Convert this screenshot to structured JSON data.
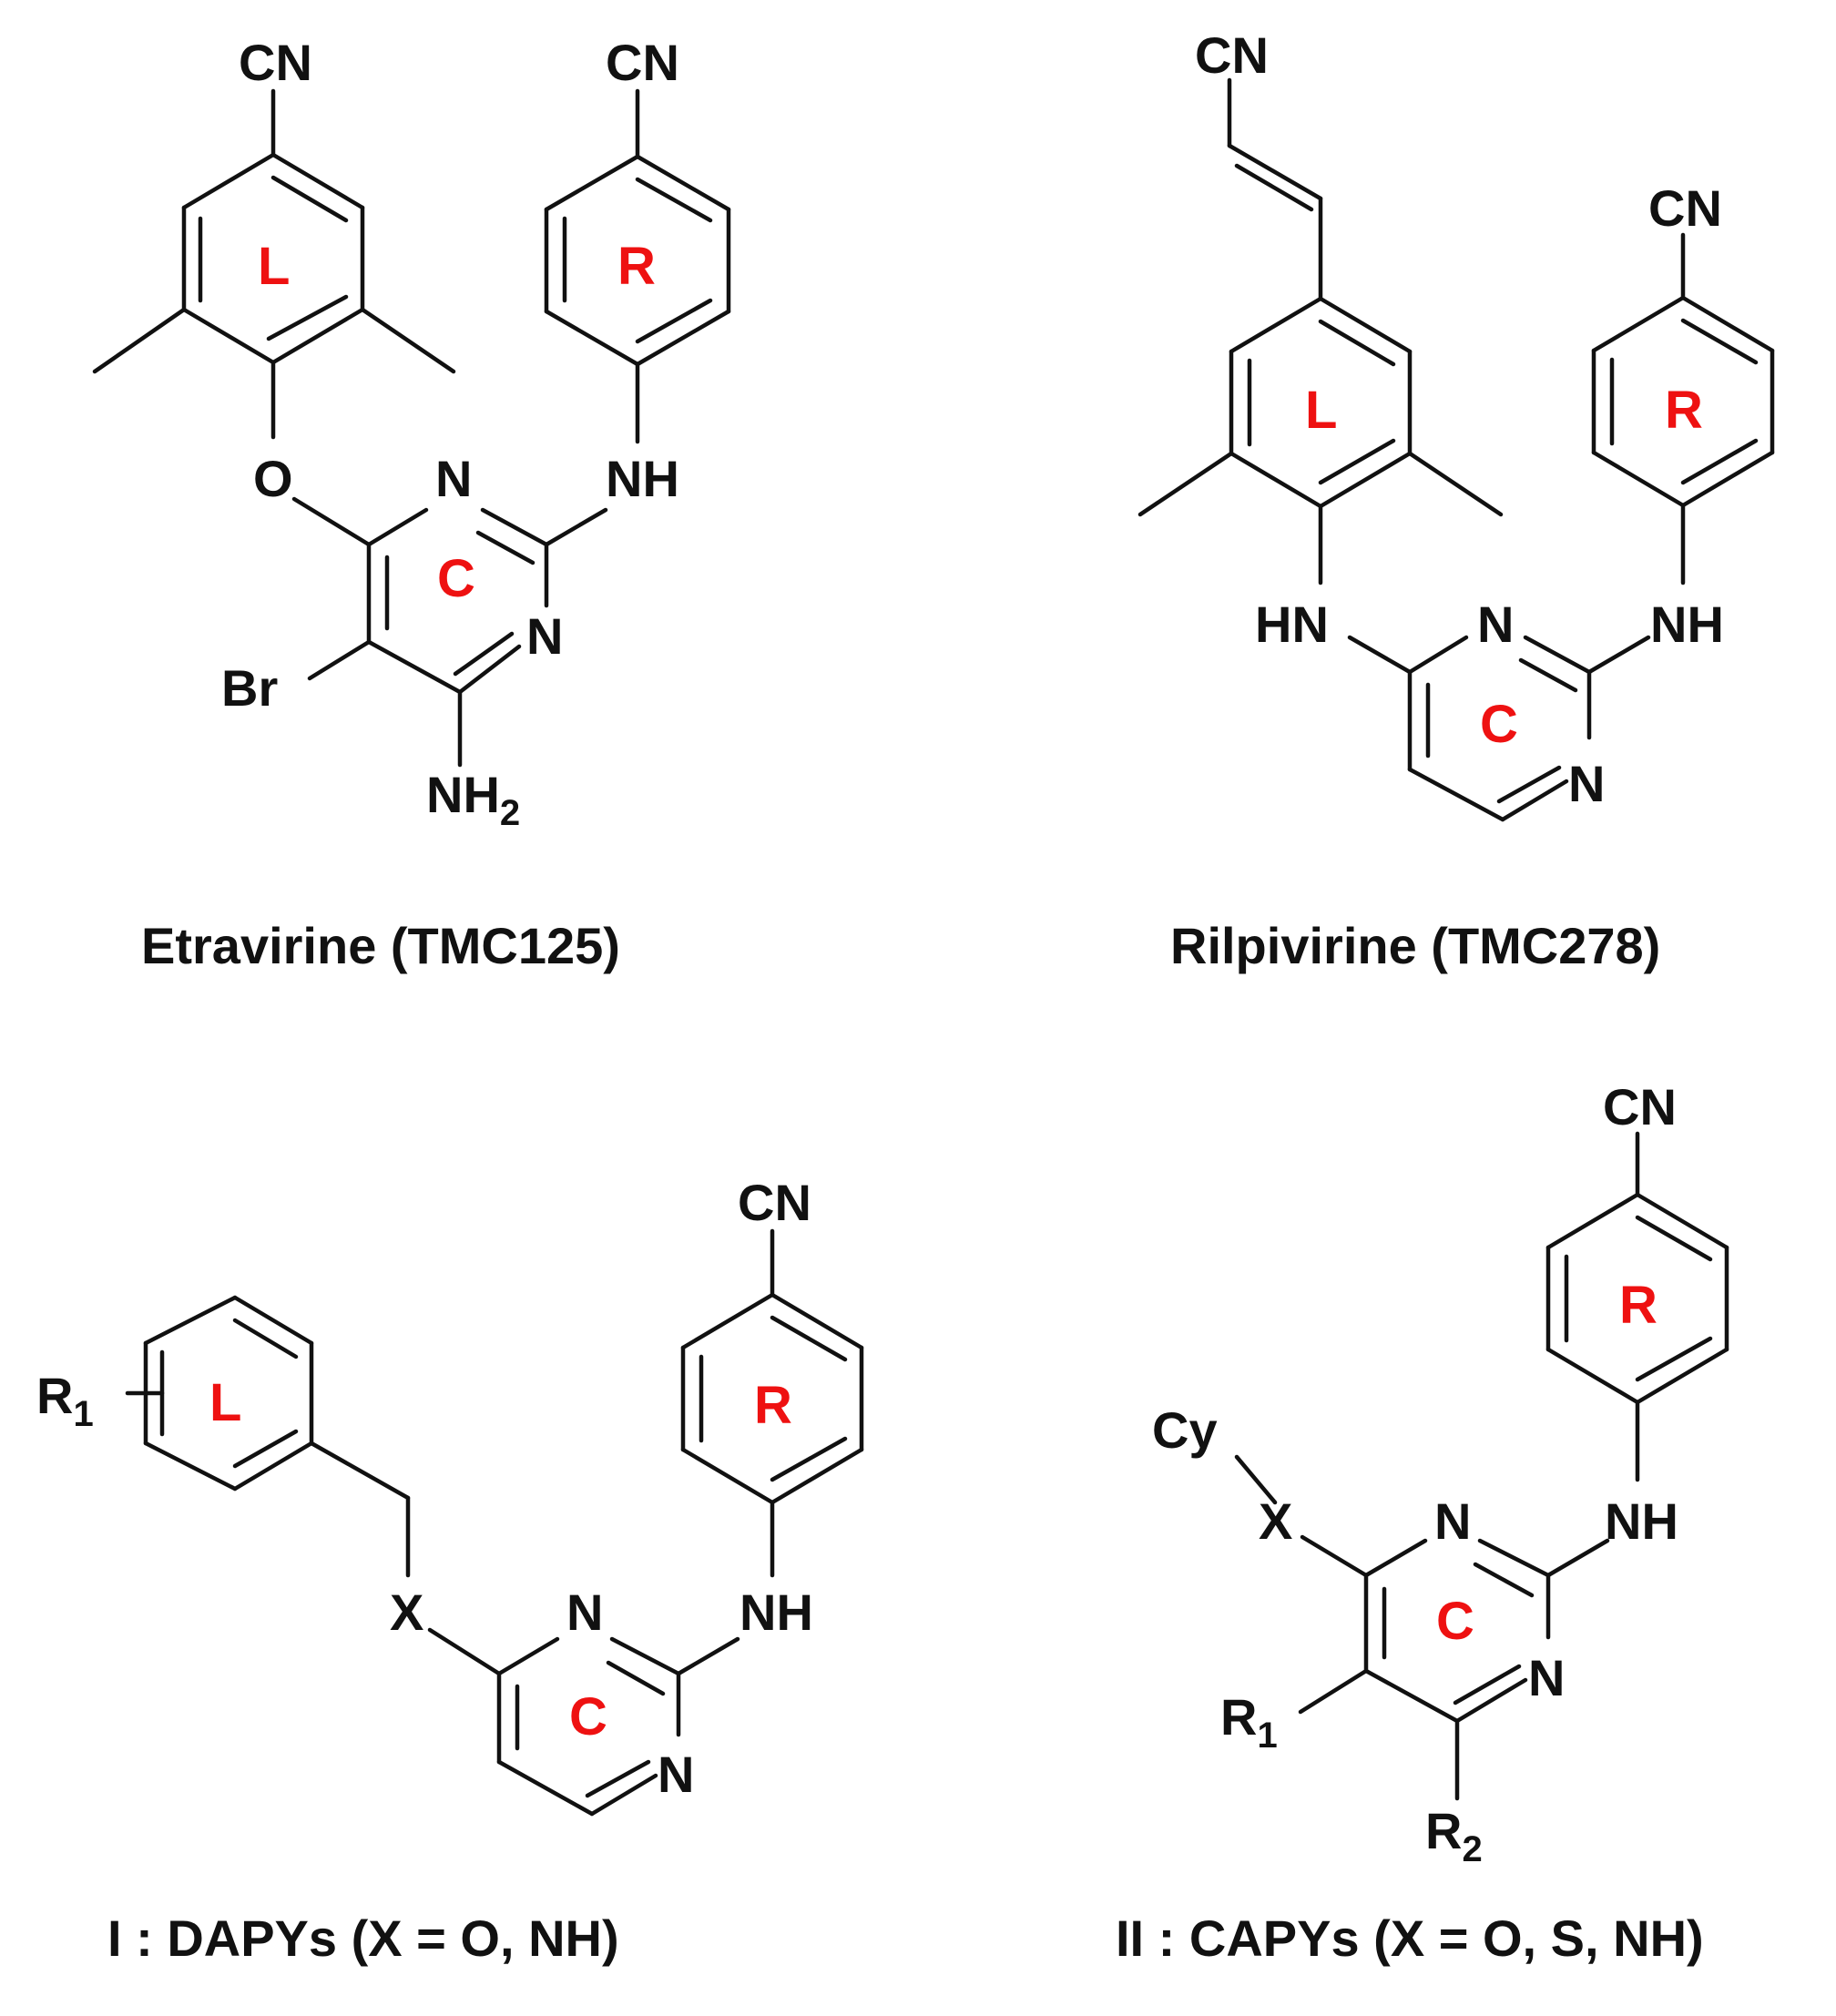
{
  "structures": [
    {
      "caption": "Etravirine (TMC125)",
      "atoms": {
        "cn1": "CN",
        "cn2": "CN",
        "o": "O",
        "n1": "N",
        "nh": "NH",
        "n2": "N",
        "br": "Br",
        "nh2": "NH",
        "nh2_sub": "2"
      },
      "rings": {
        "left": "L",
        "right": "R",
        "center": "C"
      }
    },
    {
      "caption": "Rilpivirine (TMC278)",
      "atoms": {
        "cn1": "CN",
        "cn2": "CN",
        "hn": "HN",
        "n1": "N",
        "nh": "NH",
        "n2": "N"
      },
      "rings": {
        "left": "L",
        "right": "R",
        "center": "C"
      }
    },
    {
      "caption": "I : DAPYs (X = O, NH)",
      "atoms": {
        "cn": "CN",
        "r1": "R",
        "r1_sub": "1",
        "x": "X",
        "n1": "N",
        "nh": "NH",
        "n2": "N"
      },
      "rings": {
        "left": "L",
        "right": "R",
        "center": "C"
      }
    },
    {
      "caption": "II : CAPYs (X = O, S, NH)",
      "atoms": {
        "cn": "CN",
        "cy": "Cy",
        "x": "X",
        "n1": "N",
        "nh": "NH",
        "n2": "N",
        "r1": "R",
        "r1_sub": "1",
        "r2": "R",
        "r2_sub": "2"
      },
      "rings": {
        "right": "R",
        "center": "C"
      }
    }
  ],
  "colors": {
    "bond": "#111111",
    "ring_label": "#ee1111"
  }
}
